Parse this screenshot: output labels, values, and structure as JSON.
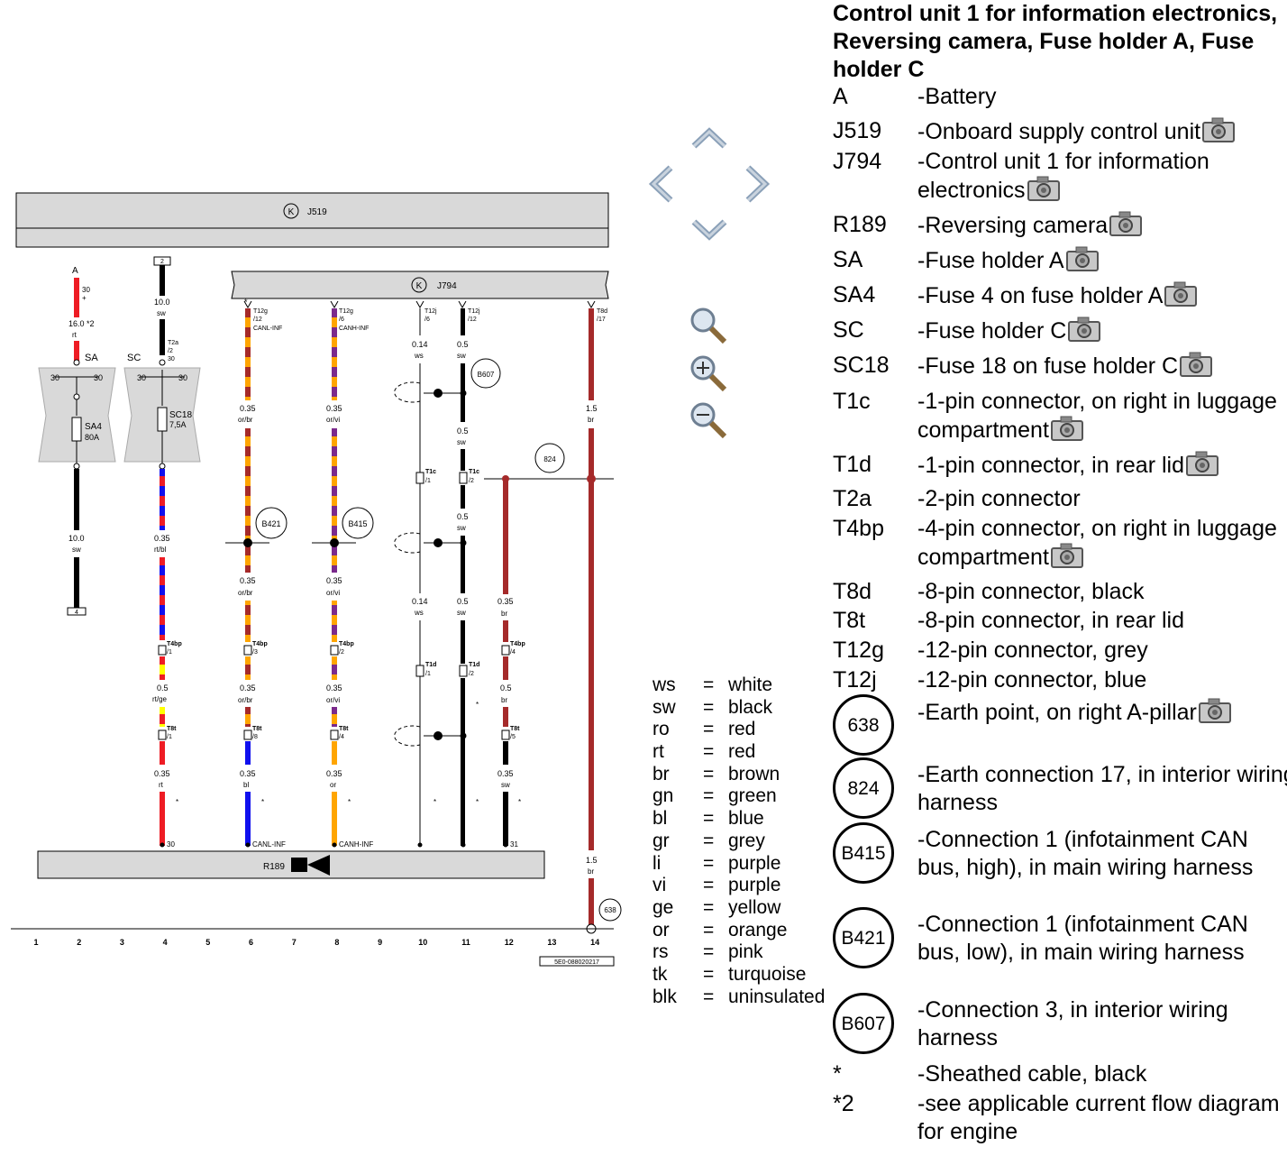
{
  "legend": {
    "title": "Control unit 1 for information electronics, Reversing camera, Fuse holder A, Fuse holder C",
    "items": [
      {
        "code": "A",
        "desc": "-Battery",
        "photo": false
      },
      {
        "code": "J519",
        "desc": "-Onboard supply control unit",
        "photo": true
      },
      {
        "code": "J794",
        "desc": "-Control unit 1 for information electronics",
        "photo": true
      },
      {
        "code": "R189",
        "desc": "-Reversing camera",
        "photo": true
      },
      {
        "code": "SA",
        "desc": "-Fuse holder A",
        "photo": true
      },
      {
        "code": "SA4",
        "desc": "-Fuse 4 on fuse holder A",
        "photo": true
      },
      {
        "code": "SC",
        "desc": "-Fuse holder C",
        "photo": true
      },
      {
        "code": "SC18",
        "desc": "-Fuse 18 on fuse holder C",
        "photo": true
      },
      {
        "code": "T1c",
        "desc": "-1-pin connector, on right in luggage compartment",
        "photo": true
      },
      {
        "code": "T1d",
        "desc": "-1-pin connector, in rear lid",
        "photo": true
      },
      {
        "code": "T2a",
        "desc": "-2-pin connector",
        "photo": false
      },
      {
        "code": "T4bp",
        "desc": "-4-pin connector, on right in luggage compartment",
        "photo": true
      },
      {
        "code": "T8d",
        "desc": "-8-pin connector, black",
        "photo": false
      },
      {
        "code": "T8t",
        "desc": "-8-pin connector, in rear lid",
        "photo": false
      },
      {
        "code": "T12g",
        "desc": "-12-pin connector, grey",
        "photo": false
      },
      {
        "code": "T12j",
        "desc": "-12-pin connector, blue",
        "photo": false
      }
    ],
    "points": [
      {
        "code": "638",
        "desc": "-Earth point, on right A-pillar",
        "photo": true
      },
      {
        "code": "824",
        "desc": "-Earth connection 17, in interior wiring harness",
        "photo": false
      },
      {
        "code": "B415",
        "desc": "-Connection 1 (infotainment CAN bus, high), in main wiring harness",
        "photo": false
      },
      {
        "code": "B421",
        "desc": "-Connection 1 (infotainment CAN bus, low), in main wiring harness",
        "photo": false
      },
      {
        "code": "B607",
        "desc": "-Connection 3, in interior wiring harness",
        "photo": false
      }
    ],
    "notes": [
      {
        "code": "*",
        "desc": "-Sheathed cable, black"
      },
      {
        "code": "*2",
        "desc": "-see applicable current flow diagram for engine"
      }
    ]
  },
  "color_codes": [
    {
      "abbr": "ws",
      "eq": "=",
      "name": "white"
    },
    {
      "abbr": "sw",
      "eq": "=",
      "name": "black"
    },
    {
      "abbr": "ro",
      "eq": "=",
      "name": "red"
    },
    {
      "abbr": "rt",
      "eq": "=",
      "name": "red"
    },
    {
      "abbr": "br",
      "eq": "=",
      "name": "brown"
    },
    {
      "abbr": "gn",
      "eq": "=",
      "name": "green"
    },
    {
      "abbr": "bl",
      "eq": "=",
      "name": "blue"
    },
    {
      "abbr": "gr",
      "eq": "=",
      "name": "grey"
    },
    {
      "abbr": "li",
      "eq": "=",
      "name": "purple"
    },
    {
      "abbr": "vi",
      "eq": "=",
      "name": "purple"
    },
    {
      "abbr": "ge",
      "eq": "=",
      "name": "yellow"
    },
    {
      "abbr": "or",
      "eq": "=",
      "name": "orange"
    },
    {
      "abbr": "rs",
      "eq": "=",
      "name": "pink"
    },
    {
      "abbr": "tk",
      "eq": "=",
      "name": "turquoise"
    },
    {
      "abbr": "blk",
      "eq": "=",
      "name": "uninsulated"
    }
  ],
  "navigation": {
    "icons": [
      "arrow-up-icon",
      "arrow-left-icon",
      "arrow-right-icon",
      "arrow-down-icon",
      "zoom-fit-icon",
      "zoom-in-icon",
      "zoom-out-icon"
    ]
  },
  "diagram": {
    "components": {
      "j519": "J519",
      "j794": "J794",
      "r189": "R189",
      "k_symbol": "K",
      "sa": "SA",
      "sc": "SC",
      "sa4": "SA4",
      "sa4_rating": "80A",
      "sc18": "SC18",
      "sc18_rating": "7,5A",
      "battery": "A",
      "battery_term": "30",
      "battery_plus": "+",
      "ref_top": "2",
      "ref_bottom": "4",
      "fuse_term_30": "30",
      "doc_id": "5E0-088020217",
      "p_b421": "B421",
      "p_b415": "B415",
      "p_b607": "B607",
      "p_824": "824",
      "p_638": "638",
      "star": "*"
    },
    "wire_labels": {
      "w2a_size": "16.0 *2",
      "w2a_col": "rt",
      "w2b_size": "10.0",
      "w2b_col": "sw",
      "w4a_size": "10.0",
      "w4a_col": "sw",
      "t2a": "T2a",
      "t2a_pin": "/2",
      "t2a_30": "30",
      "w4b_size": "0.35",
      "w4b_col": "rt/bl",
      "w4c_size": "0.5",
      "w4c_col": "rt/ge",
      "w4d_size": "0.35",
      "w4d_col": "rt",
      "w6a_size": "0.35",
      "w6a_col": "or/br",
      "w6b_size": "0.35",
      "w6b_col": "or/br",
      "w6c_size": "0.35",
      "w6c_col": "or/br",
      "w6d_size": "0.35",
      "w6d_col": "bl",
      "w8a_size": "0.35",
      "w8a_col": "or/vi",
      "w8b_size": "0.35",
      "w8b_col": "or/vi",
      "w8c_size": "0.35",
      "w8c_col": "or/vi",
      "w8d_size": "0.35",
      "w8d_col": "or",
      "w10a_size": "0.14",
      "w10a_col": "ws",
      "w10b_size": "0.14",
      "w10b_col": "ws",
      "w11a_size": "0.5",
      "w11a_col": "sw",
      "w11b_size": "0.5",
      "w11b_col": "sw",
      "w11c_size": "0.5",
      "w11c_col": "sw",
      "w11d_size": "0.5",
      "w11d_col": "sw",
      "w12a_size": "0.35",
      "w12a_col": "br",
      "w12b_size": "0.5",
      "w12b_col": "br",
      "w12c_size": "0.35",
      "w12c_col": "sw",
      "w14a_size": "1.5",
      "w14a_col": "br",
      "w14b_size": "1.5",
      "w14b_col": "br"
    },
    "connectors": {
      "t12g": "T12g",
      "t12g_12": "/12",
      "t12g_6": "/6",
      "canl": "CANL-INF",
      "canh": "CANH-INF",
      "t12j": "T12j",
      "t12j_6": "/6",
      "t12j_12": "/12",
      "t8d": "T8d",
      "t8d_17": "/17",
      "t1c": "T1c",
      "t1c_1": "/1",
      "t1c_2": "/2",
      "t1d": "T1d",
      "t1d_1": "/1",
      "t1d_2": "/2",
      "t4bp": "T4bp",
      "t4bp_1": "/1",
      "t4bp_3": "/3",
      "t4bp_2": "/2",
      "t4bp_4": "/4",
      "t8t": "T8t",
      "t8t_1": "/1",
      "t8t_8": "/8",
      "t8t_4": "/4",
      "t8t_5": "/5",
      "r_30": "30",
      "r_canl": "CANL-INF",
      "r_canh": "CANH-INF",
      "r_31": "31"
    },
    "track_numbers": [
      "1",
      "2",
      "3",
      "4",
      "5",
      "6",
      "7",
      "8",
      "9",
      "10",
      "11",
      "12",
      "13",
      "14"
    ],
    "colors": {
      "red": "#ee1c24",
      "black": "#000000",
      "orange": "#ffa500",
      "brown": "#a52a2a",
      "purple": "#7b2a8c",
      "blue": "#1010ee",
      "yellow": "#ffff00",
      "box_fill": "#d9d9d9"
    }
  }
}
